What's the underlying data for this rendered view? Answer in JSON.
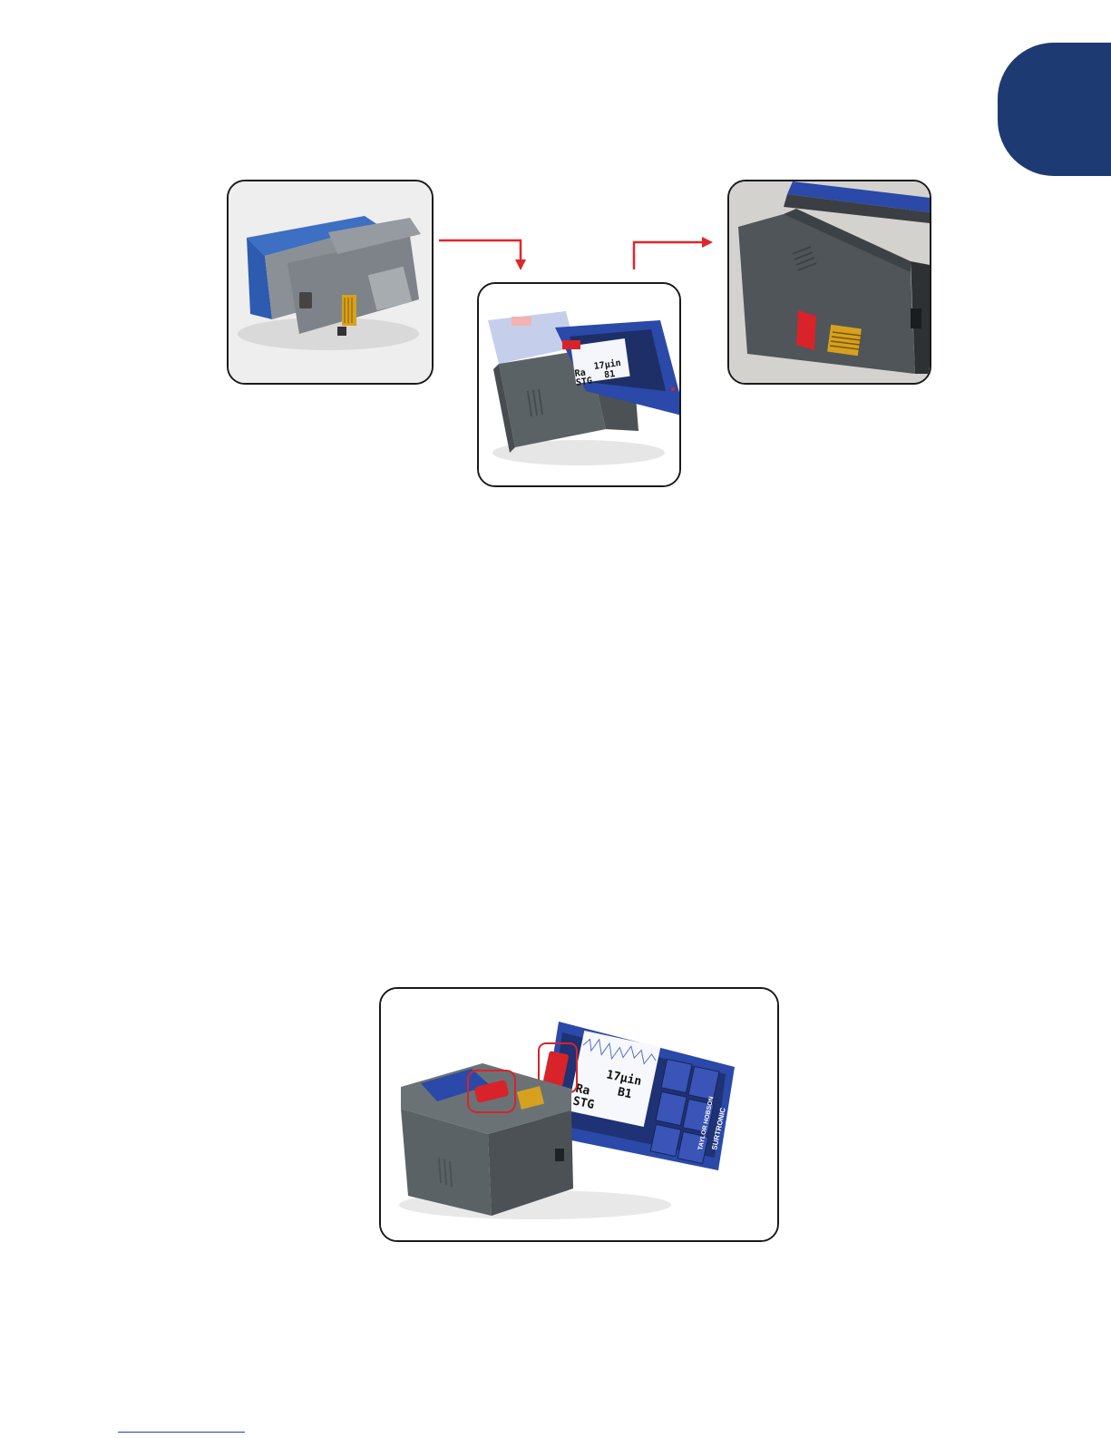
{
  "section_tab": {
    "color": "#1d3a72"
  },
  "images": {
    "step1": {
      "description_icon": "instrument-back-photo"
    },
    "step2": {
      "description_icon": "drive-unit-attach-photo",
      "screen": {
        "param1": "Ra",
        "value1": "17μin",
        "param2": "STG",
        "value2": "81"
      }
    },
    "step3": {
      "description_icon": "drive-unit-attached-photo"
    },
    "detail": {
      "description_icon": "drive-unit-and-display-photo",
      "screen": {
        "param1": "Ra",
        "value1": "17μin",
        "param2": "STG",
        "value2": "B1"
      },
      "brand": "TAYLOR HOBSON",
      "logo": "SURTRONIC"
    }
  },
  "colors": {
    "arrow": "#e0262b",
    "highlight": "#d8232a",
    "instrument_blue": "#2a49a8",
    "drive_grey": "#5b6266"
  }
}
